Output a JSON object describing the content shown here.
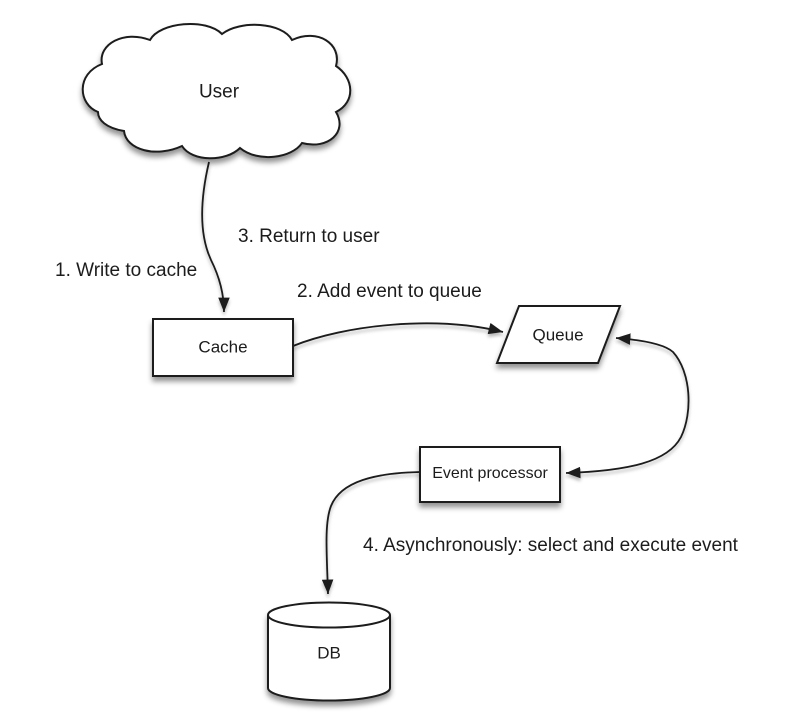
{
  "diagram_type": "flow-diagram",
  "colors": {
    "background": "#ffffff",
    "line": "#1c1c1c",
    "shape_fill": "#ffffff",
    "text": "#1c1c1c"
  },
  "nodes": {
    "user": {
      "label": "User",
      "shape": "cloud"
    },
    "cache": {
      "label": "Cache",
      "shape": "rectangle"
    },
    "queue": {
      "label": "Queue",
      "shape": "parallelogram"
    },
    "event_processor": {
      "label": "Event processor",
      "shape": "rectangle"
    },
    "db": {
      "label": "DB",
      "shape": "cylinder"
    }
  },
  "step_labels": {
    "step1": "1. Write to cache",
    "step2": "2. Add event to queue",
    "step3": "3. Return to user",
    "step4": "4. Asynchronously: select and execute event"
  },
  "edges": [
    {
      "from": "user",
      "to": "cache",
      "steps": [
        "1. Write to cache",
        "3. Return to user"
      ],
      "direction": "single"
    },
    {
      "from": "cache",
      "to": "queue",
      "steps": [
        "2. Add event to queue"
      ],
      "direction": "single"
    },
    {
      "from": "queue",
      "to": "event_processor",
      "steps": [],
      "direction": "double"
    },
    {
      "from": "event_processor",
      "to": "db",
      "steps": [
        "4. Asynchronously: select and execute event"
      ],
      "direction": "single"
    }
  ]
}
